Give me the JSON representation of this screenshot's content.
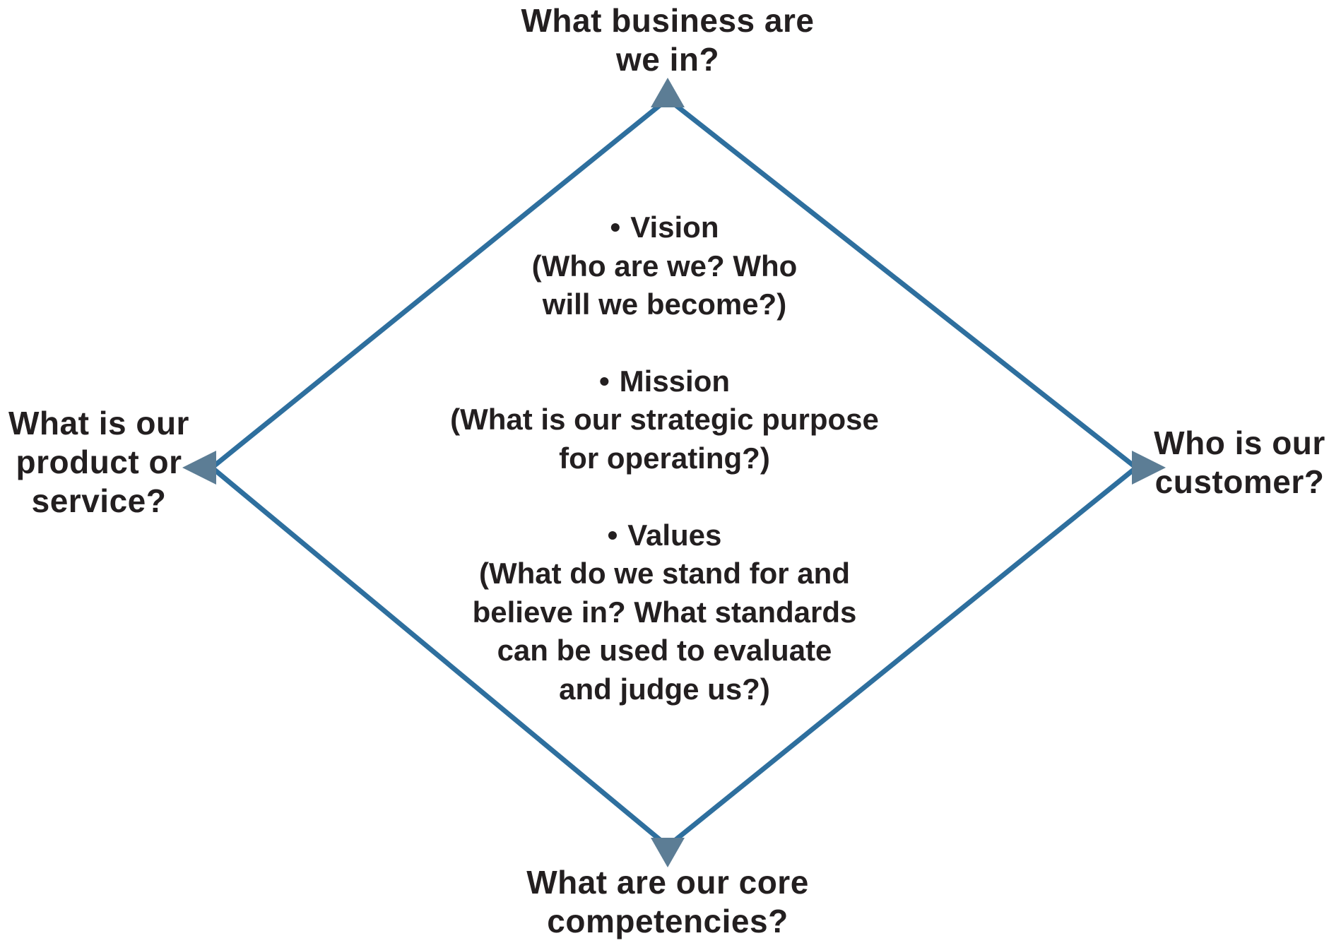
{
  "diagram": {
    "accent_color": "#2e6f9e",
    "arrow_color": "#5c7d95",
    "text_color": "#231f20",
    "corners": {
      "top": "What business are\nwe in?",
      "right": "Who is our\ncustomer?",
      "bottom": "What are our core\ncompetencies?",
      "left": "What is our\nproduct or\nservice?"
    },
    "items": [
      {
        "bullet": "•",
        "title": "Vision",
        "desc": "(Who are we? Who\nwill we become?)"
      },
      {
        "bullet": "•",
        "title": "Mission",
        "desc": "(What is our strategic purpose\nfor operating?)"
      },
      {
        "bullet": "•",
        "title": "Values",
        "desc": "(What do we stand for and\nbelieve in? What standards\ncan be used to evaluate\nand judge us?)"
      }
    ]
  }
}
